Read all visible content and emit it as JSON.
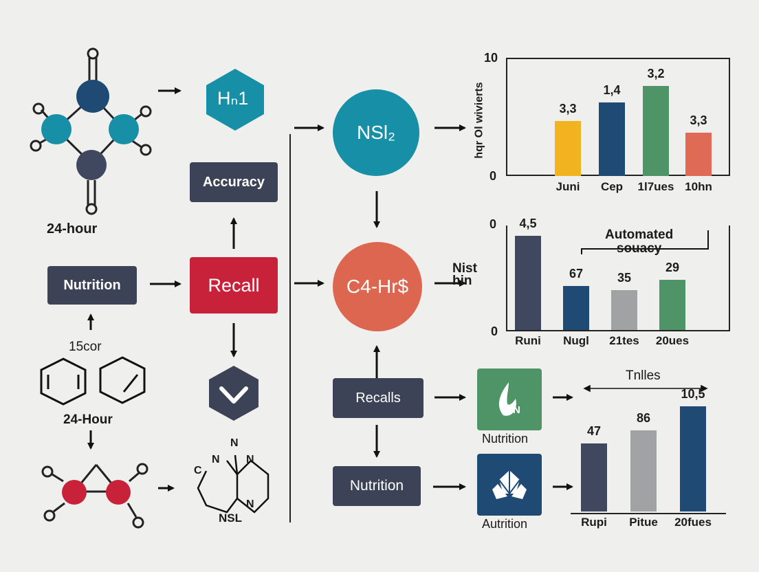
{
  "colors": {
    "navy": "#3d4357",
    "red": "#c8223a",
    "teal": "#178fa6",
    "coral": "#dc6650",
    "yellow": "#f2b321",
    "dark_blue": "#1f4a74",
    "green": "#4e9466",
    "salmon": "#df6b57",
    "gray": "#a1a2a4",
    "slate": "#404860"
  },
  "left": {
    "label_24hour_top": "24-hour",
    "nutrition_box": "Nutrition",
    "label_15cor": "15cor",
    "label_24hour_bottom": "24-Hour"
  },
  "middle": {
    "hexagon_label": "Hₙ1",
    "accuracy_box": "Accuracy",
    "recall_box": "Recall",
    "chevron_icon": "chevron-down-icon",
    "molecule_label": "NSL",
    "ring_atoms": [
      "N",
      "N",
      "C",
      "N",
      "N"
    ]
  },
  "center": {
    "nsl2_circle": "NSl₂",
    "c4hrs_circle": "C4-Hr$",
    "recalls_box": "Recalls",
    "nutrition_box": "Nutrition",
    "nutrition_icon_label": "Nutrition",
    "autrition_icon_label": "Autrition",
    "leaf_icon": "leaf-icon",
    "leaf_icon_letter": "N",
    "geometric_icon": "geometric-leaf-icon"
  },
  "chart_data": [
    {
      "type": "bar",
      "ylabel": "hqr Ol wivierts",
      "ytick_labels": [
        "10",
        "0"
      ],
      "categories": [
        "Juni",
        "Cep",
        "1l7ues",
        "10hn"
      ],
      "values": [
        3.3,
        4.4,
        5.4,
        2.6
      ],
      "data_labels": [
        "3,3",
        "1,4",
        "3,2",
        "3,3"
      ],
      "colors": [
        "#f2b321",
        "#1f4a74",
        "#4e9466",
        "#df6b57"
      ],
      "ylim": [
        0,
        7
      ]
    },
    {
      "type": "bar",
      "ylabel": "Nist\nhin",
      "ytick_labels": [
        "0",
        "0"
      ],
      "legend_title": "Automated\nsouacy",
      "categories": [
        "Runi",
        "Nugl",
        "21tes",
        "20ues"
      ],
      "values": [
        4.5,
        2.1,
        1.9,
        2.4
      ],
      "data_labels": [
        "4,5",
        "67",
        "35",
        "29"
      ],
      "colors": [
        "#404860",
        "#1f4a74",
        "#a1a2a4",
        "#4e9466"
      ],
      "ylim": [
        0,
        5
      ]
    },
    {
      "type": "bar",
      "title": "Tnlles",
      "categories": [
        "Rupi",
        "Pitue",
        "20fues"
      ],
      "values": [
        47,
        56,
        73
      ],
      "data_labels": [
        "47",
        "86",
        "10,5"
      ],
      "colors": [
        "#404860",
        "#a1a2a4",
        "#1f4a74"
      ],
      "ylim": [
        0,
        80
      ]
    }
  ]
}
